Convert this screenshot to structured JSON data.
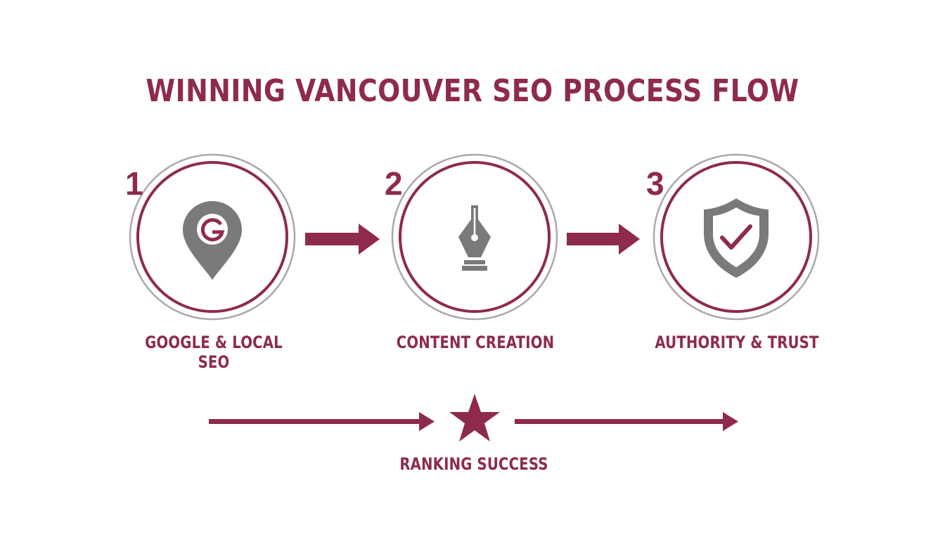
{
  "title": "WINNING VANCOUVER SEO PROCESS FLOW",
  "colors": {
    "accent": "#8e2a4e",
    "icon": "#7a7a7a",
    "ring": "#a9a9a9"
  },
  "steps": [
    {
      "number": "1",
      "label": "GOOGLE & LOCAL SEO",
      "icon": "google-location-pin-icon"
    },
    {
      "number": "2",
      "label": "CONTENT CREATION",
      "icon": "pen-nib-icon"
    },
    {
      "number": "3",
      "label": "AUTHORITY & TRUST",
      "icon": "shield-check-icon"
    }
  ],
  "outcome": {
    "label": "RANKING SUCCESS",
    "icon": "star-icon"
  }
}
